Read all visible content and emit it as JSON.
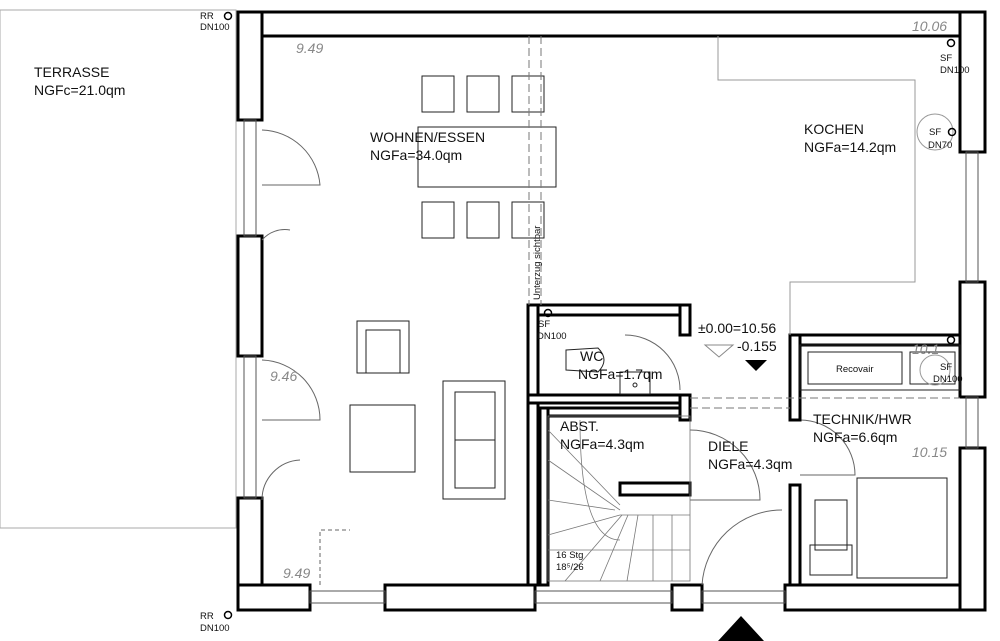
{
  "rooms": [
    {
      "name": "TERRASSE",
      "area": "NGFc=21.0qm"
    },
    {
      "name": "WOHNEN/ESSEN",
      "area": "NGFa=34.0qm"
    },
    {
      "name": "KOCHEN",
      "area": "NGFa=14.2qm"
    },
    {
      "name": "WC",
      "area": "NGFa=1.7qm"
    },
    {
      "name": "ABST.",
      "area": "NGFa=4.3qm"
    },
    {
      "name": "DIELE",
      "area": "NGFa=4.3qm"
    },
    {
      "name": "TECHNIK/HWR",
      "area": "NGFa=6.6qm"
    }
  ],
  "pipes": [
    {
      "type": "RR",
      "size": "DN100"
    },
    {
      "type": "RR",
      "size": "DN100"
    },
    {
      "type": "SF",
      "size": "DN100"
    },
    {
      "type": "SF",
      "size": "DN70"
    },
    {
      "type": "SF",
      "size": "DN100"
    },
    {
      "type": "SF",
      "size": "DN100"
    }
  ],
  "levels": [
    "9.49",
    "9.46",
    "9.49",
    "10.06",
    "10.15",
    "10.1"
  ],
  "elevation": {
    "reference": "±0.00=10.56",
    "offset": "-0.155"
  },
  "annotations": {
    "beam": "Unterzug sichtbar",
    "equipment": "Recovair",
    "stairs_count": "16 Stg",
    "stairs_ratio": "18⁵/26"
  }
}
